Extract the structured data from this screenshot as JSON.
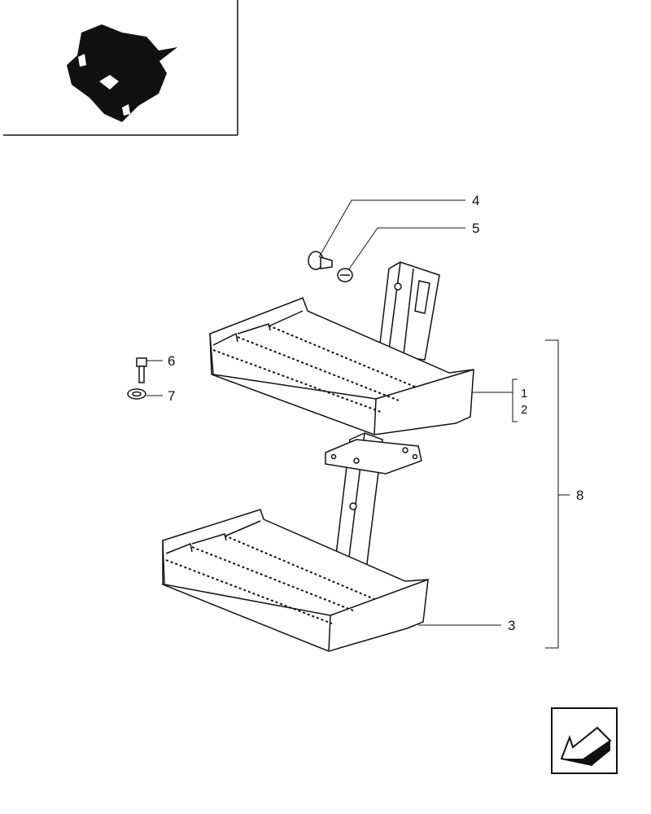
{
  "diagram": {
    "callouts": {
      "c1": "1",
      "c2": "2",
      "c3": "3",
      "c4": "4",
      "c5": "5",
      "c6": "6",
      "c7": "7",
      "c8": "8"
    },
    "nav_icon": "back-arrow-icon",
    "thumbnail_icon": "machine-location-thumbnail",
    "colors": {
      "ink": "#111111",
      "paper": "#ffffff"
    }
  }
}
